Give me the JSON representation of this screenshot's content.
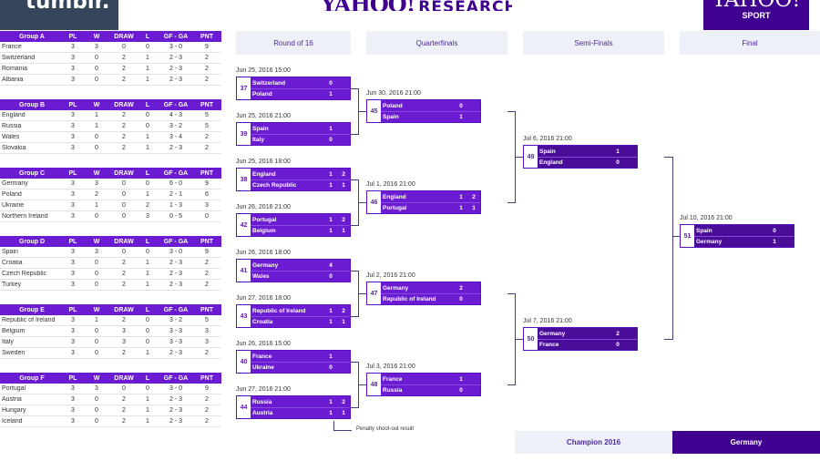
{
  "logos": {
    "tumblr": "tumblr.",
    "yahoo_research": {
      "brand": "YAHOO!",
      "word": "RESEARCH"
    },
    "yahoo_sport": {
      "brand": "YAHOO!",
      "word": "SPORT"
    }
  },
  "table_headers": [
    "PL",
    "W",
    "DRAW",
    "L",
    "GF - GA",
    "PNT"
  ],
  "groups": [
    {
      "name": "Group A",
      "rows": [
        [
          "France",
          "3",
          "3",
          "0",
          "0",
          "3 - 0",
          "9"
        ],
        [
          "Switzerland",
          "3",
          "0",
          "2",
          "1",
          "2 - 3",
          "2"
        ],
        [
          "Romania",
          "3",
          "0",
          "2",
          "1",
          "2 - 3",
          "2"
        ],
        [
          "Albania",
          "3",
          "0",
          "2",
          "1",
          "2 - 3",
          "2"
        ]
      ]
    },
    {
      "name": "Group B",
      "rows": [
        [
          "England",
          "3",
          "1",
          "2",
          "0",
          "4 - 3",
          "5"
        ],
        [
          "Russia",
          "3",
          "1",
          "2",
          "0",
          "3 - 2",
          "5"
        ],
        [
          "Wales",
          "3",
          "0",
          "2",
          "1",
          "3 - 4",
          "2"
        ],
        [
          "Slovakia",
          "3",
          "0",
          "2",
          "1",
          "2 - 3",
          "2"
        ]
      ]
    },
    {
      "name": "Group C",
      "rows": [
        [
          "Germany",
          "3",
          "3",
          "0",
          "0",
          "6 - 0",
          "9"
        ],
        [
          "Poland",
          "3",
          "2",
          "0",
          "1",
          "2 - 1",
          "6"
        ],
        [
          "Ukraine",
          "3",
          "1",
          "0",
          "2",
          "1 - 3",
          "3"
        ],
        [
          "Northern Ireland",
          "3",
          "0",
          "0",
          "3",
          "0 - 5",
          "0"
        ]
      ]
    },
    {
      "name": "Group D",
      "rows": [
        [
          "Spain",
          "3",
          "3",
          "0",
          "0",
          "3 - 0",
          "9"
        ],
        [
          "Croatia",
          "3",
          "0",
          "2",
          "1",
          "2 - 3",
          "2"
        ],
        [
          "Czech Republic",
          "3",
          "0",
          "2",
          "1",
          "2 - 3",
          "2"
        ],
        [
          "Turkey",
          "3",
          "0",
          "2",
          "1",
          "2 - 3",
          "2"
        ]
      ]
    },
    {
      "name": "Group E",
      "rows": [
        [
          "Republic of Ireland",
          "3",
          "1",
          "2",
          "0",
          "3 - 2",
          "5"
        ],
        [
          "Belgium",
          "3",
          "0",
          "3",
          "0",
          "3 - 3",
          "3"
        ],
        [
          "Italy",
          "3",
          "0",
          "3",
          "0",
          "3 - 3",
          "3"
        ],
        [
          "Sweden",
          "3",
          "0",
          "2",
          "1",
          "2 - 3",
          "2"
        ]
      ]
    },
    {
      "name": "Group F",
      "rows": [
        [
          "Portugal",
          "3",
          "3",
          "0",
          "0",
          "3 - 0",
          "9"
        ],
        [
          "Austria",
          "3",
          "0",
          "2",
          "1",
          "2 - 3",
          "2"
        ],
        [
          "Hungary",
          "3",
          "0",
          "2",
          "1",
          "2 - 3",
          "2"
        ],
        [
          "Iceland",
          "3",
          "0",
          "2",
          "1",
          "2 - 3",
          "2"
        ]
      ]
    }
  ],
  "rounds": [
    "Round of 16",
    "Quarterfinals",
    "Semi-Finals",
    "Final"
  ],
  "r16": [
    {
      "date": "Jun 25, 2016   15:00",
      "num": "37",
      "t1": "Switzerland",
      "s1": "0",
      "p1": "",
      "t2": "Poland",
      "s2": "1",
      "p2": ""
    },
    {
      "date": "Jun 25, 2016   21:00",
      "num": "39",
      "t1": "Spain",
      "s1": "1",
      "p1": "",
      "t2": "Italy",
      "s2": "0",
      "p2": ""
    },
    {
      "date": "Jun 25, 2016   18:00",
      "num": "38",
      "t1": "England",
      "s1": "1",
      "p1": "2",
      "t2": "Czech Republic",
      "s2": "1",
      "p2": "1"
    },
    {
      "date": "Jun 26, 2016   21:00",
      "num": "42",
      "t1": "Portugal",
      "s1": "1",
      "p1": "2",
      "t2": "Belgium",
      "s2": "1",
      "p2": "1"
    },
    {
      "date": "Jun 26, 2016   18:00",
      "num": "41",
      "t1": "Germany",
      "s1": "4",
      "p1": "",
      "t2": "Wales",
      "s2": "0",
      "p2": ""
    },
    {
      "date": "Jun 27, 2016   18:00",
      "num": "43",
      "t1": "Republic of Ireland",
      "s1": "1",
      "p1": "2",
      "t2": "Croatia",
      "s2": "1",
      "p2": "1"
    },
    {
      "date": "Jun 26, 2016   15:00",
      "num": "40",
      "t1": "France",
      "s1": "1",
      "p1": "",
      "t2": "Ukraine",
      "s2": "0",
      "p2": ""
    },
    {
      "date": "Jun 27, 2016   21:00",
      "num": "44",
      "t1": "Russia",
      "s1": "1",
      "p1": "2",
      "t2": "Austria",
      "s2": "1",
      "p2": "1"
    }
  ],
  "qf": [
    {
      "date": "Jun 30, 2016   21:00",
      "num": "45",
      "t1": "Poland",
      "s1": "0",
      "p1": "",
      "t2": "Spain",
      "s2": "1",
      "p2": ""
    },
    {
      "date": "Jul 1, 2016   21:00",
      "num": "46",
      "t1": "England",
      "s1": "1",
      "p1": "2",
      "t2": "Portugal",
      "s2": "1",
      "p2": "1"
    },
    {
      "date": "Jul 2, 2016   21:00",
      "num": "47",
      "t1": "Germany",
      "s1": "2",
      "p1": "",
      "t2": "Republic of Ireland",
      "s2": "0",
      "p2": ""
    },
    {
      "date": "Jul 3, 2016   21:00",
      "num": "48",
      "t1": "France",
      "s1": "1",
      "p1": "",
      "t2": "Russia",
      "s2": "0",
      "p2": ""
    }
  ],
  "sf": [
    {
      "date": "Jul 6, 2016   21:00",
      "num": "49",
      "t1": "Spain",
      "s1": "1",
      "p1": "",
      "t2": "England",
      "s2": "0",
      "p2": ""
    },
    {
      "date": "Jul 7, 2016   21:00",
      "num": "50",
      "t1": "Germany",
      "s1": "2",
      "p1": "",
      "t2": "France",
      "s2": "0",
      "p2": ""
    }
  ],
  "final": {
    "date": "Jul 10, 2016   21:00",
    "num": "51",
    "t1": "Spain",
    "s1": "0",
    "p1": "",
    "t2": "Germany",
    "s2": "1",
    "p2": ""
  },
  "penalty_note": "Penalty shoot-out result",
  "champion": {
    "label": "Champion 2016",
    "team": "Germany"
  }
}
